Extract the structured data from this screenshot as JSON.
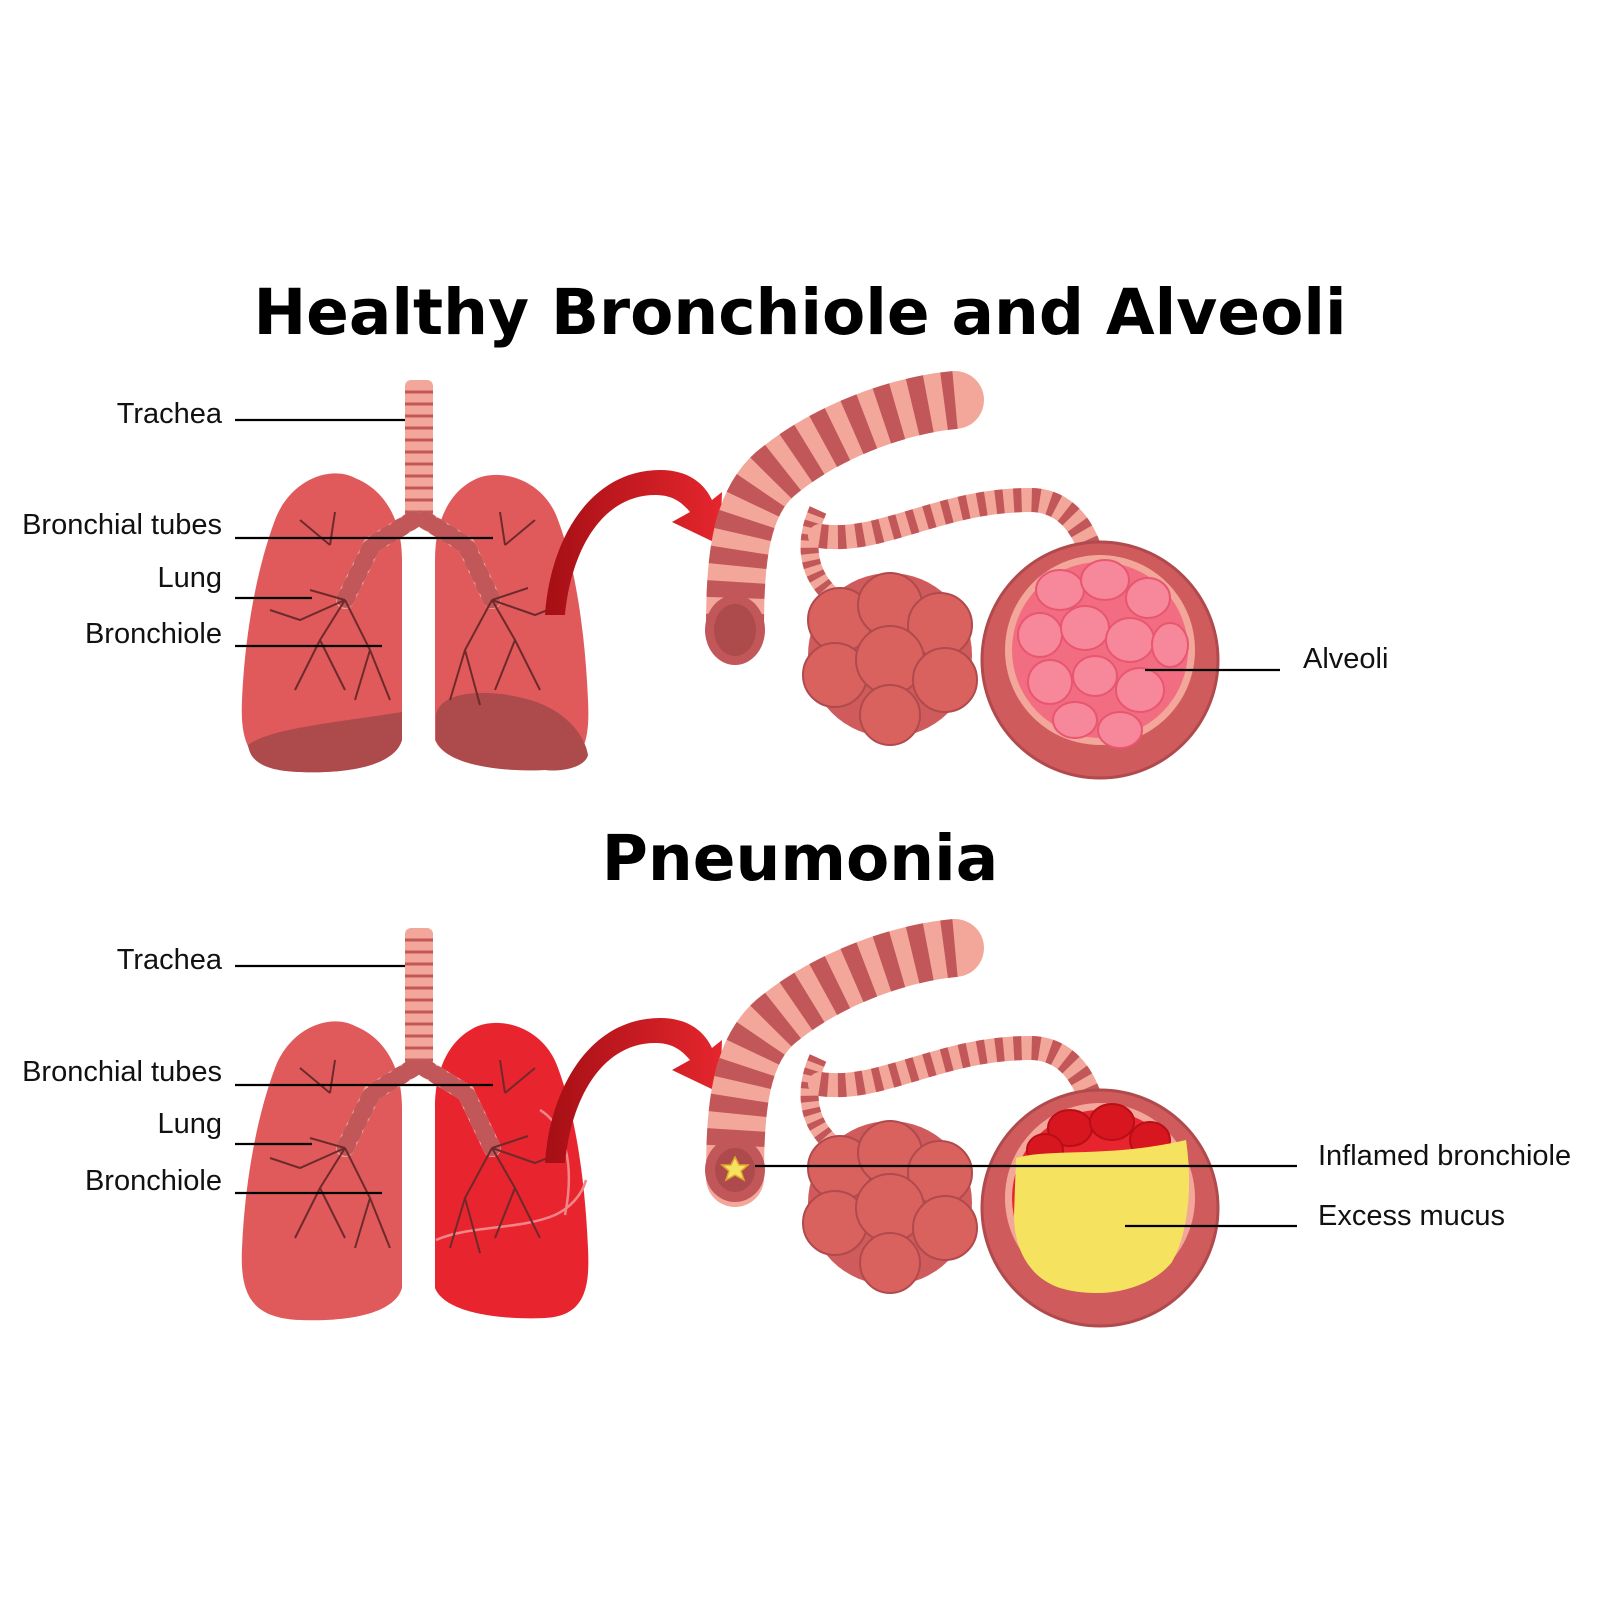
{
  "healthy": {
    "title": "Healthy Bronchiole and Alveoli",
    "labels": {
      "trachea": "Trachea",
      "bronchial_tubes": "Bronchial tubes",
      "lung": "Lung",
      "bronchiole": "Bronchiole",
      "alveoli": "Alveoli"
    }
  },
  "pneumonia": {
    "title": "Pneumonia",
    "labels": {
      "trachea": "Trachea",
      "bronchial_tubes": "Bronchial tubes",
      "lung": "Lung",
      "bronchiole": "Bronchiole",
      "inflamed_bronchiole": "Inflamed bronchiole",
      "excess_mucus": "Excess mucus"
    }
  },
  "colors": {
    "lung": "#e05a5c",
    "lung_dark": "#ad4a4b",
    "tissue": "#cf5b5d",
    "ring_light": "#f2a79a",
    "ring_dark": "#c2575a",
    "alveoli_pink": "#f7889b",
    "inflamed_red": "#e8242e",
    "mucus_yellow": "#f5e35f",
    "arrow_red": "#c8141c"
  }
}
